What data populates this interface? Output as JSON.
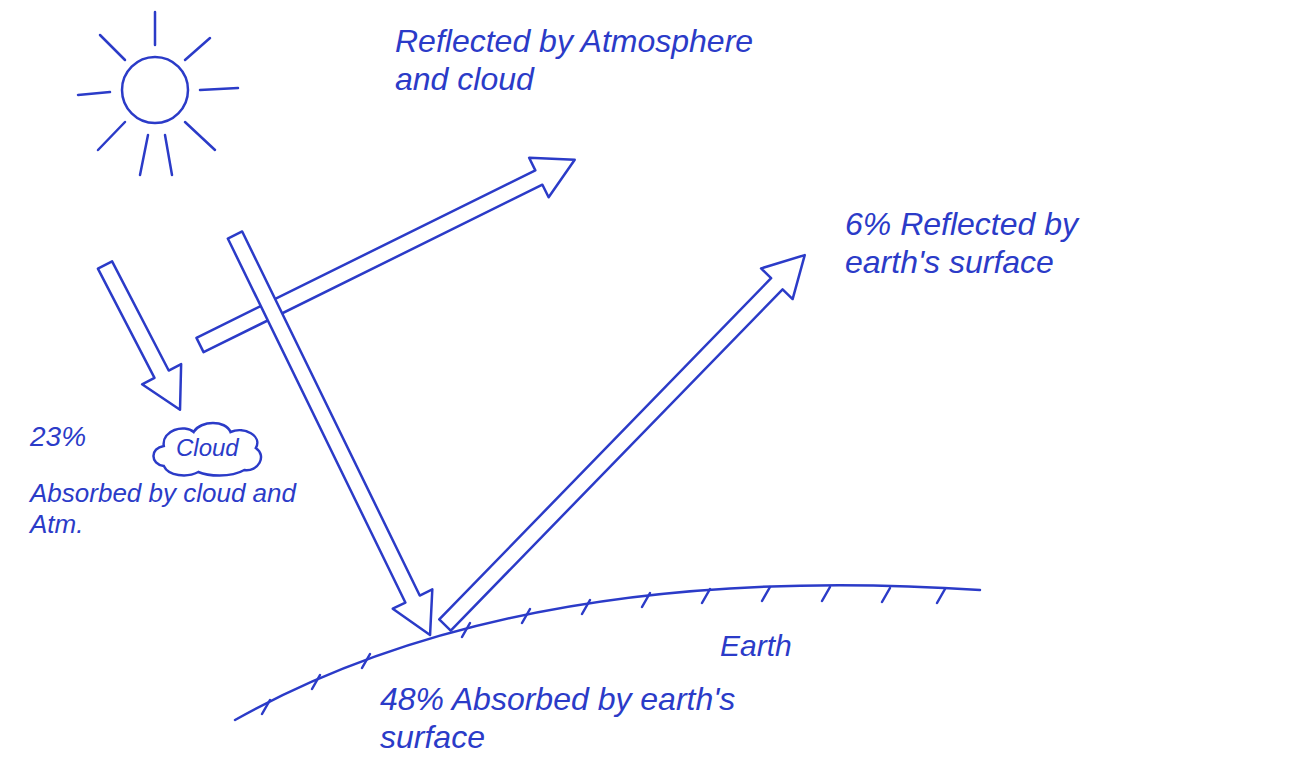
{
  "diagram": {
    "nodes": [
      {
        "text": [
          "Cloud"
        ]
      }
    ],
    "labels": [
      "Reflected by Atmosphere and cloud",
      "6% Reflected by earth's surface",
      "23%",
      "Absorbed by cloud and Atm.",
      "48% Absorbed by earth's surface",
      "Earth"
    ]
  }
}
